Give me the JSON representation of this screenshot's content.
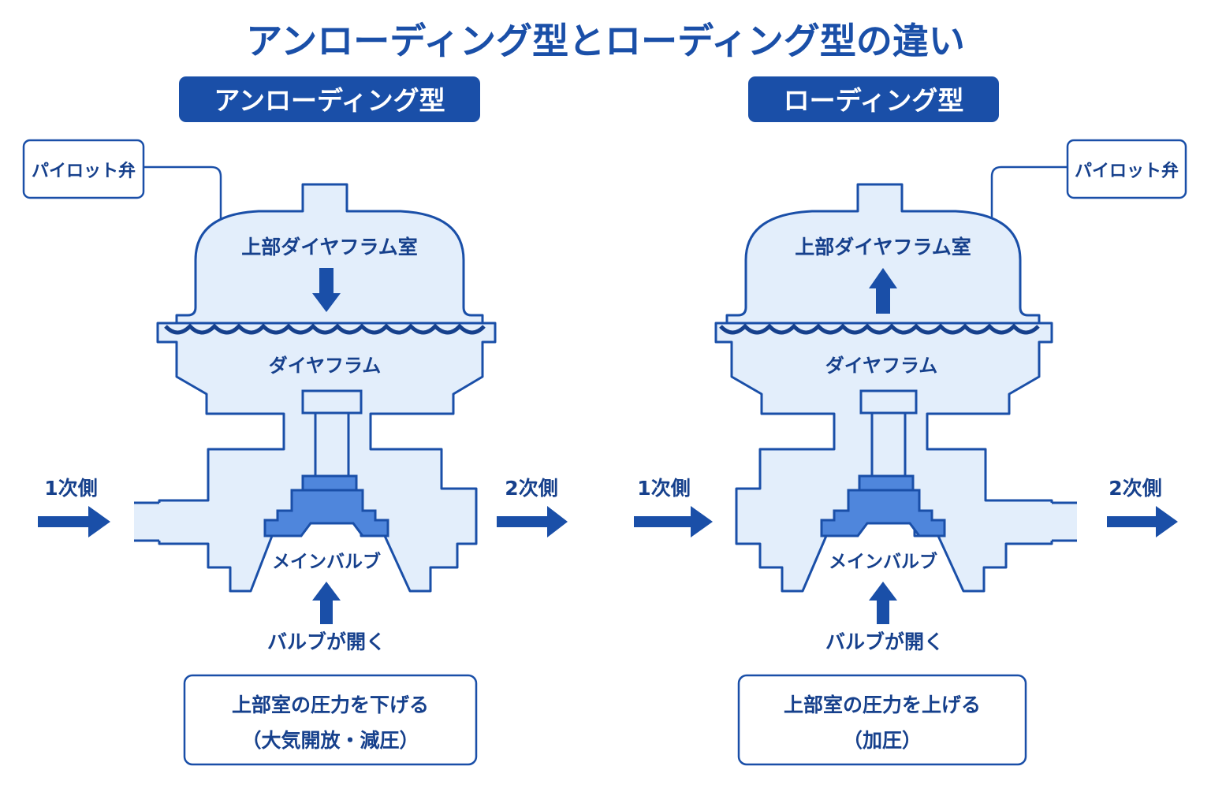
{
  "title": "アンローディング型とローディング型の違い",
  "colors": {
    "primary": "#1a4fa8",
    "dark": "#16408c",
    "light_fill": "#e3eefb",
    "mid_fill": "#4f86dc",
    "white": "#ffffff"
  },
  "diagrams": [
    {
      "id": "unloading",
      "type_label": "アンローディング型",
      "pilot_valve": "パイロット弁",
      "upper_chamber": "上部ダイヤフラム室",
      "chamber_arrow": "down",
      "diaphragm": "ダイヤフラム",
      "main_valve": "メインバルブ",
      "inlet": "1次側",
      "outlet": "2次側",
      "valve_opens": "バルブが開く",
      "note_line1": "上部室の圧力を下げる",
      "note_line2": "（大気開放・減圧）"
    },
    {
      "id": "loading",
      "type_label": "ローディング型",
      "pilot_valve": "パイロット弁",
      "upper_chamber": "上部ダイヤフラム室",
      "chamber_arrow": "up",
      "diaphragm": "ダイヤフラム",
      "main_valve": "メインバルブ",
      "inlet": "1次側",
      "outlet": "2次側",
      "valve_opens": "バルブが開く",
      "note_line1": "上部室の圧力を上げる",
      "note_line2": "（加圧）"
    }
  ]
}
